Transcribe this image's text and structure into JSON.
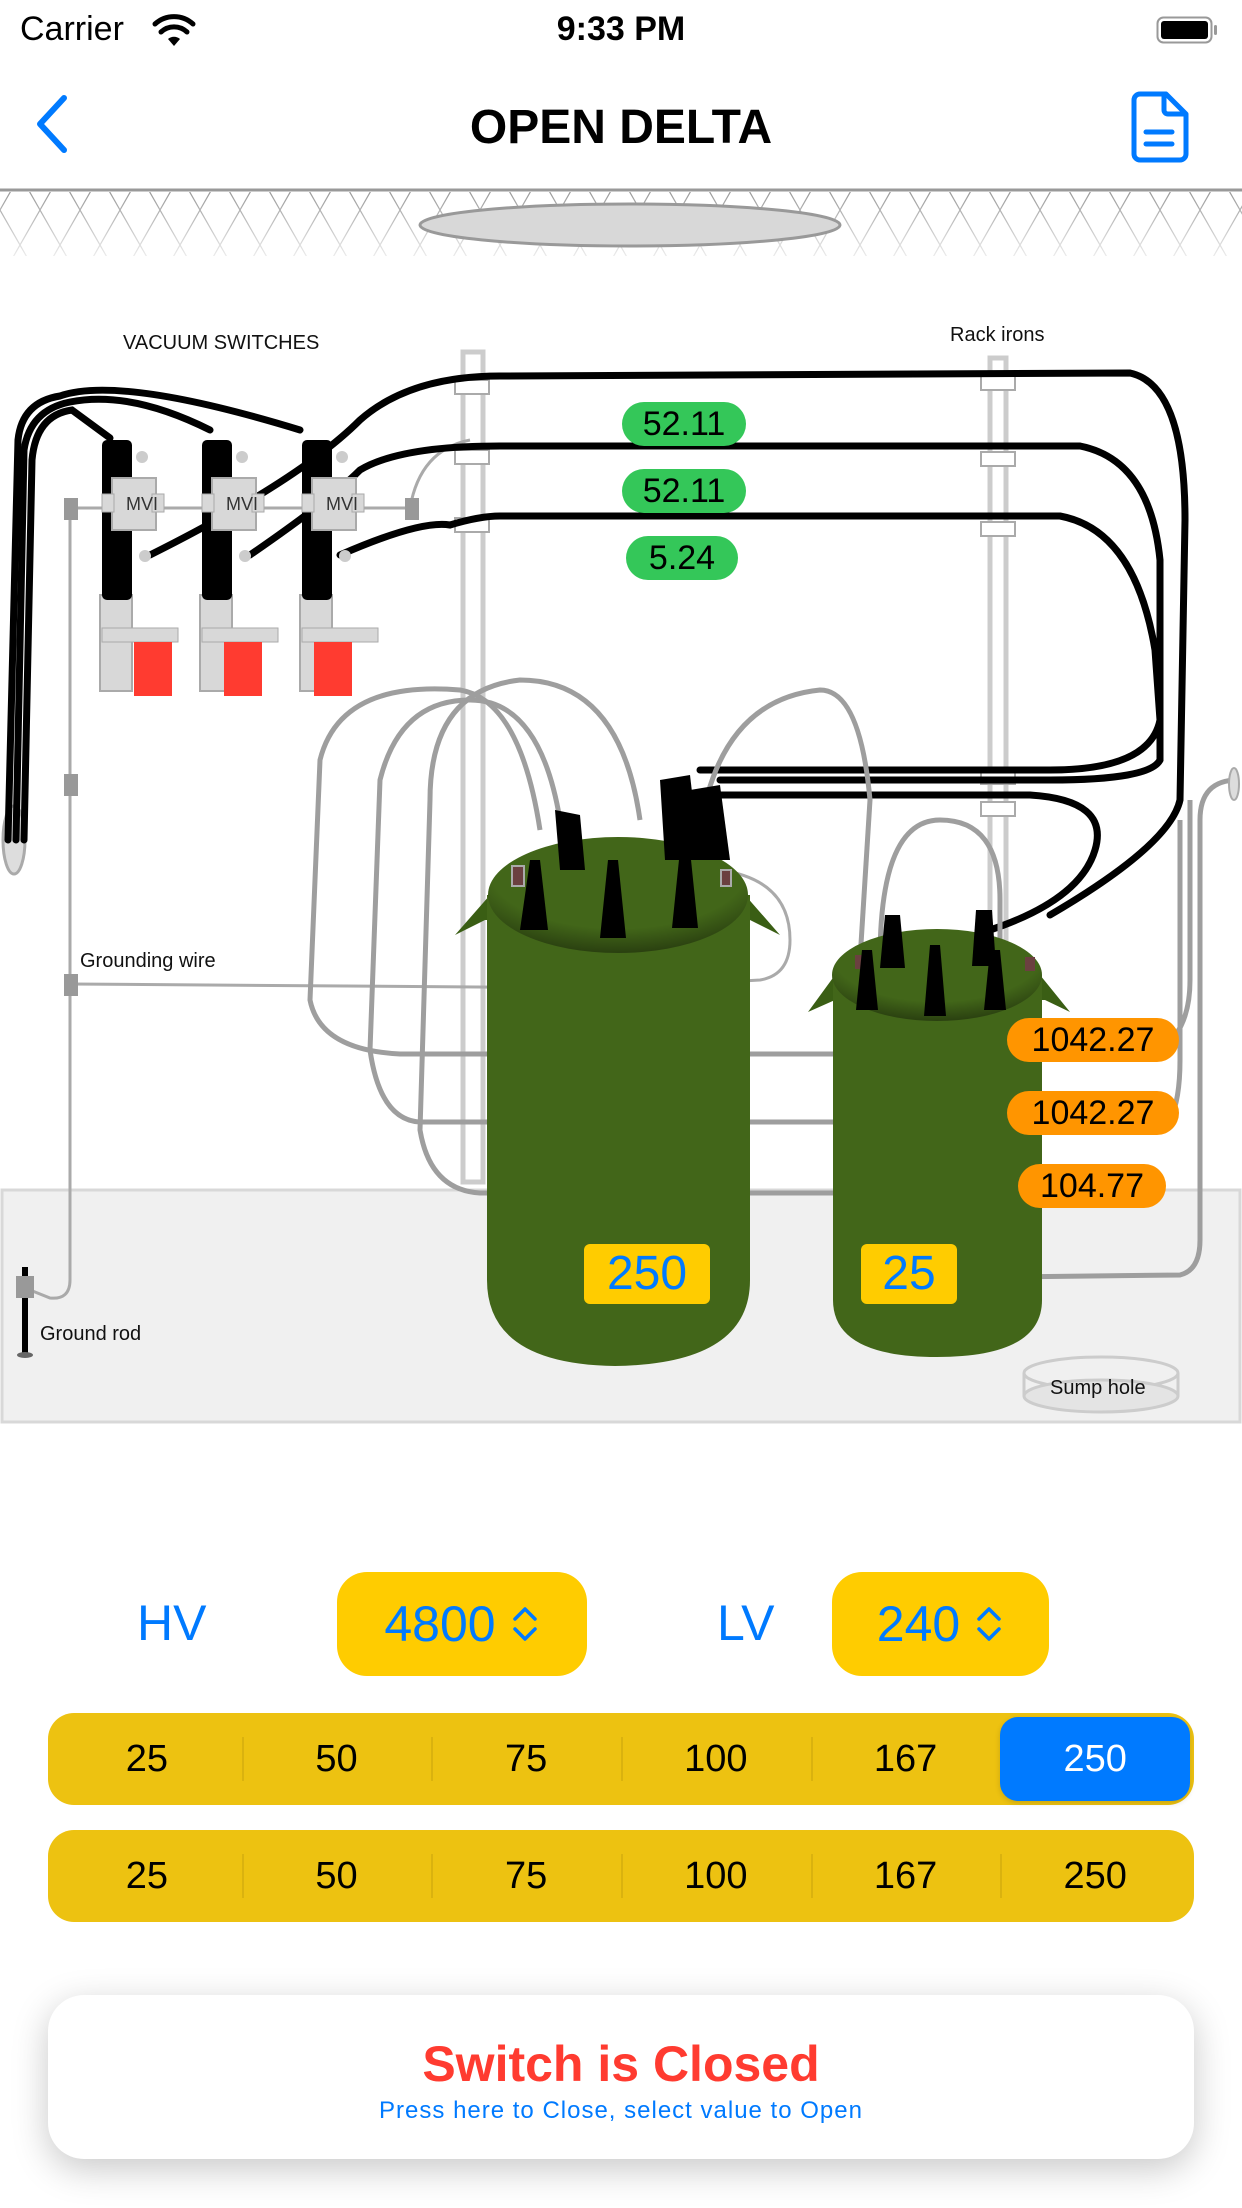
{
  "status_bar": {
    "carrier": "Carrier",
    "time": "9:33 PM",
    "wifi_icon": "wifi-icon",
    "battery_icon": "battery-icon"
  },
  "nav": {
    "title": "OPEN DELTA",
    "back_icon": "chevron-left-icon",
    "document_icon": "document-icon"
  },
  "diagram": {
    "labels": {
      "vacuum_switches": "VACUUM SWITCHES",
      "switch_tag": "MVI",
      "rack_irons": "Rack irons",
      "grounding_wire": "Grounding wire",
      "ground_rod": "Ground rod",
      "sump_hole": "Sump hole"
    },
    "primary_currents": [
      "52.11",
      "52.11",
      "5.24"
    ],
    "secondary_currents": [
      "1042.27",
      "1042.27",
      "104.77"
    ],
    "transformers": [
      {
        "kva": "250"
      },
      {
        "kva": "25"
      }
    ],
    "colors": {
      "tank": "#426619",
      "primary_label": "#34c759",
      "secondary_label": "#ff9500",
      "tank_label": "#ffcc00",
      "fuse": "#ff3b30"
    }
  },
  "voltage": {
    "hv_label": "HV",
    "hv_value": "4800",
    "lv_label": "LV",
    "lv_value": "240",
    "picker_icon": "chevron-up-down-icon"
  },
  "kva_selectors": [
    {
      "options": [
        "25",
        "50",
        "75",
        "100",
        "167",
        "250"
      ],
      "selected": "250"
    },
    {
      "options": [
        "25",
        "50",
        "75",
        "100",
        "167",
        "250"
      ],
      "selected": null
    }
  ],
  "switch_button": {
    "title": "Switch is Closed",
    "subtitle": "Press here to Close, select value to Open"
  },
  "colors": {
    "accent": "#007aff",
    "segmented_bg": "#edc211",
    "picker_bg": "#ffcc00",
    "alert": "#ff3b30"
  }
}
